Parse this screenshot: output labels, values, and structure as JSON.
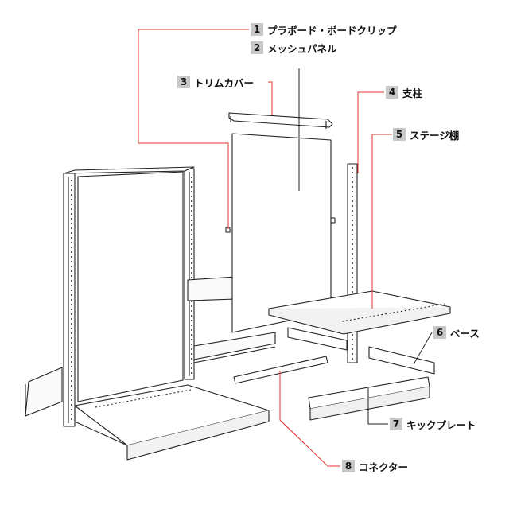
{
  "labels": [
    {
      "num": "1",
      "text": "プラボード・ボードクリップ"
    },
    {
      "num": "2",
      "text": "メッシュパネル"
    },
    {
      "num": "3",
      "text": "トリムカバー"
    },
    {
      "num": "4",
      "text": "支柱"
    },
    {
      "num": "5",
      "text": "ステージ棚"
    },
    {
      "num": "6",
      "text": "ベース"
    },
    {
      "num": "7",
      "text": "キックプレート"
    },
    {
      "num": "8",
      "text": "コネクター"
    }
  ],
  "colors": {
    "leader_red": "#e0332c",
    "leader_black": "#222222",
    "badge_gray": "#c8c8c8"
  }
}
